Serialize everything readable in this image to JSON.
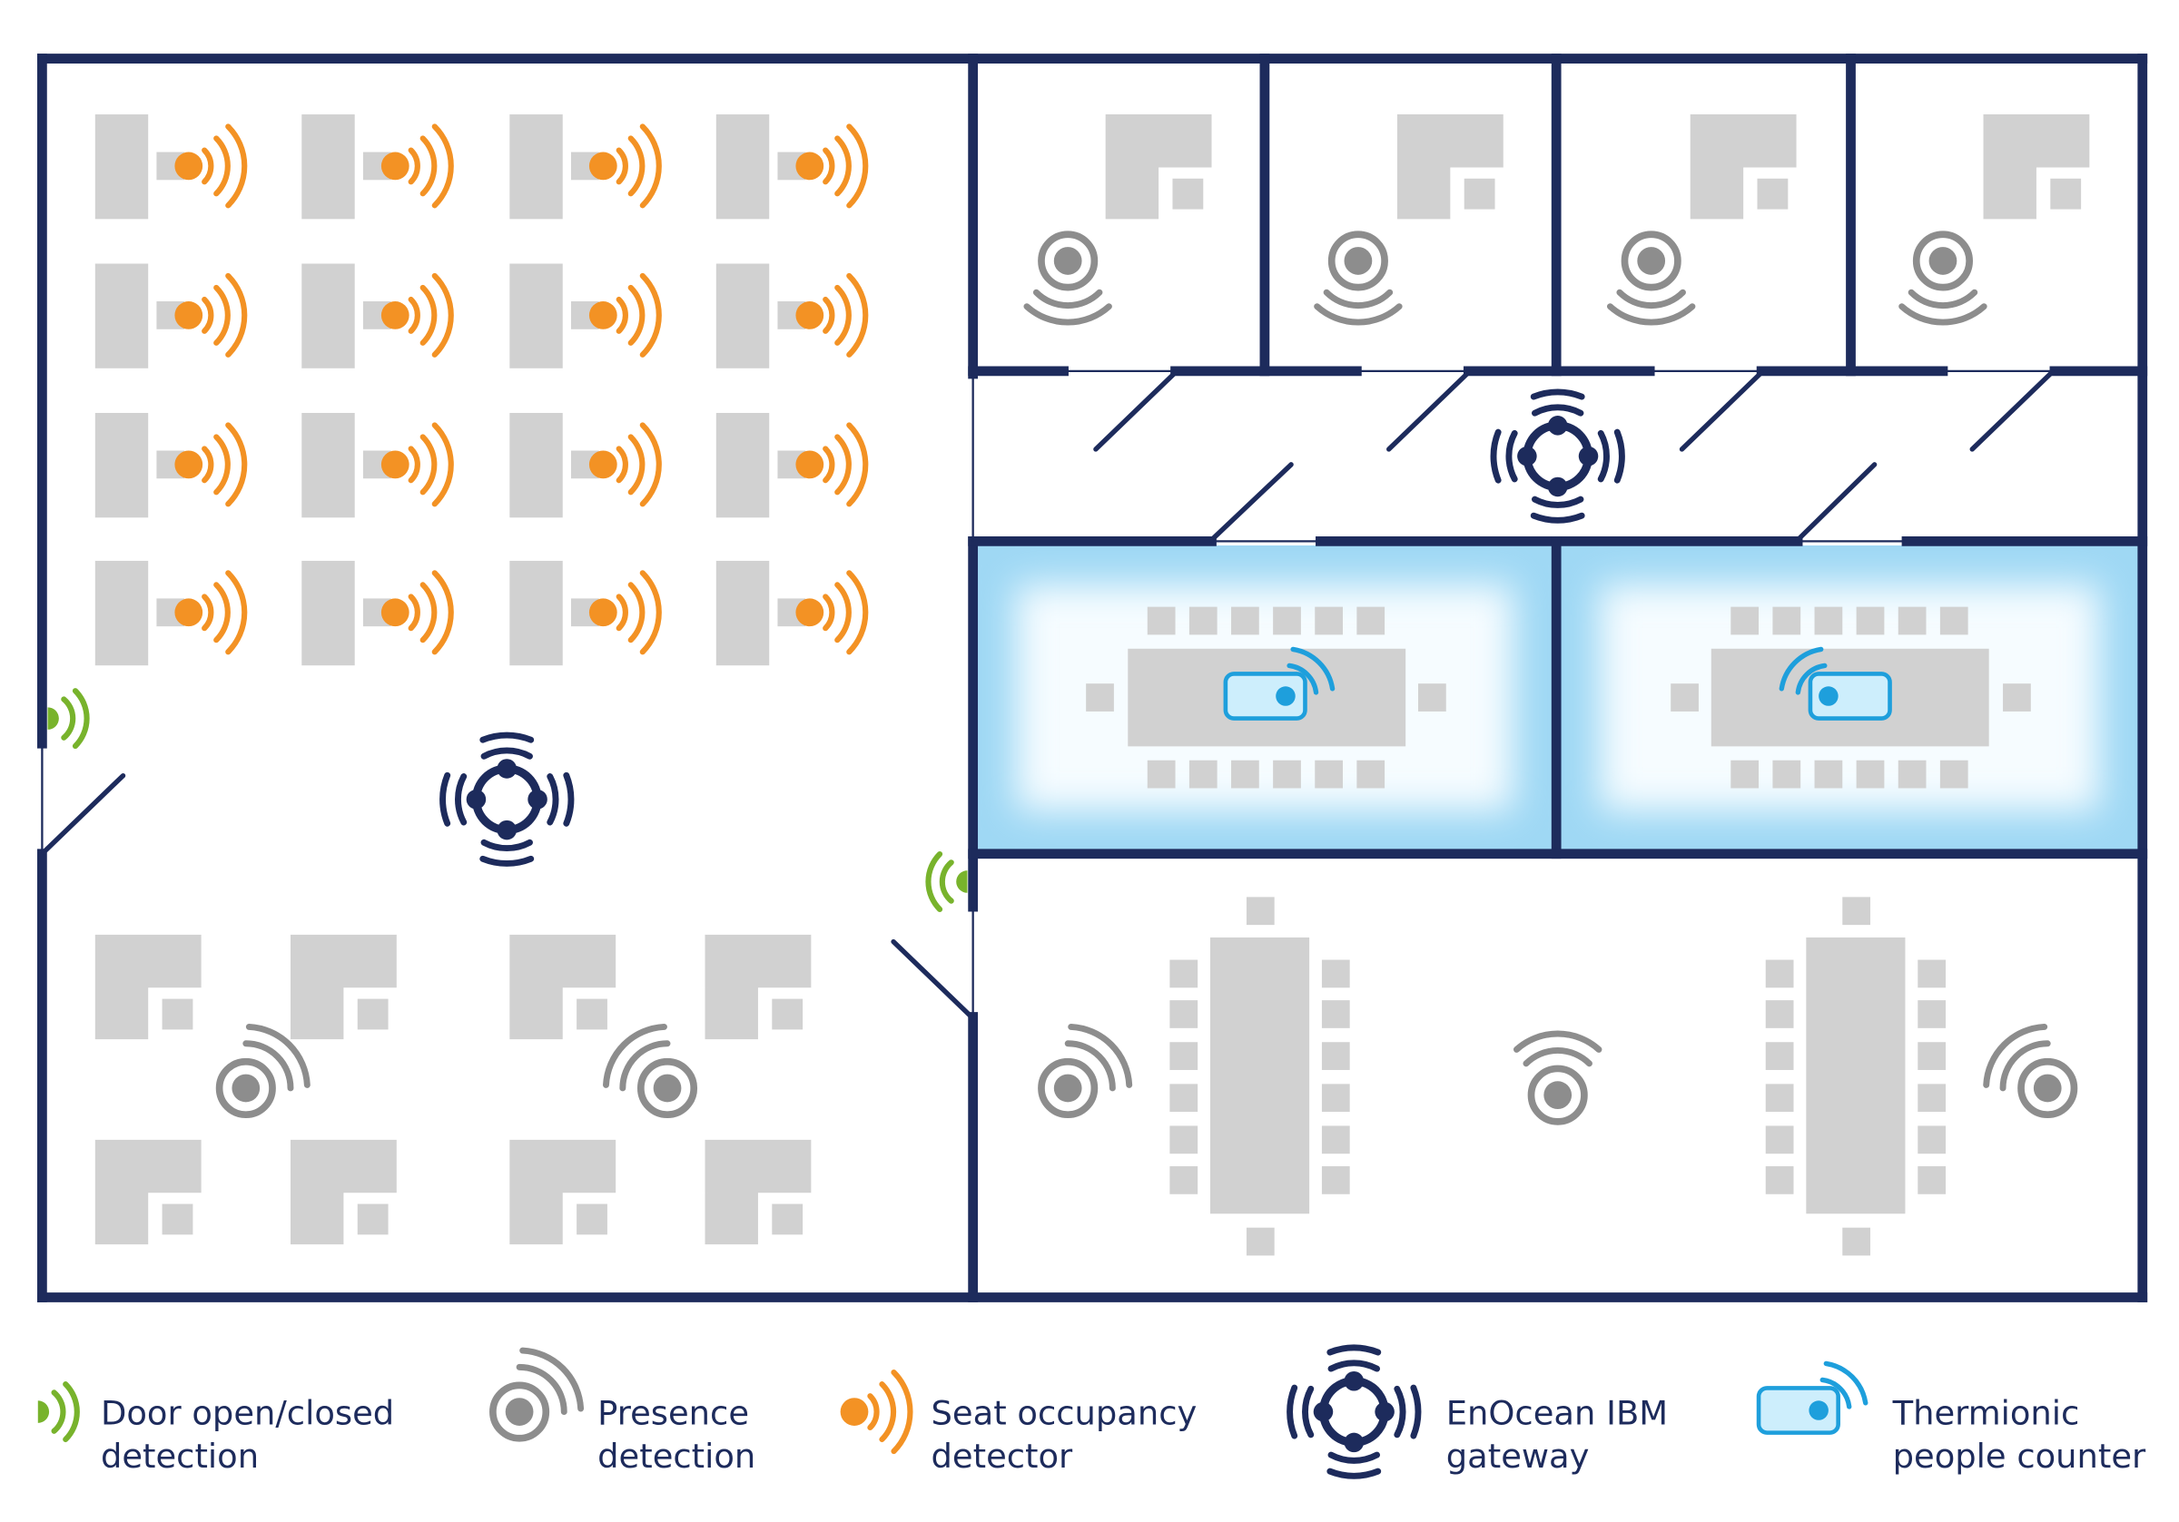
{
  "colors": {
    "wall": "#1d2b5c",
    "furniture": "#d1d1d1",
    "presence_sensor": "#8d8d8d",
    "seat_occupancy": "#f39224",
    "door_sensor": "#78b32c",
    "people_counter": "#1e9fdc",
    "people_counter_fill": "#cdeefc",
    "meeting_room_glow": "#9fd8f4",
    "meeting_room_floor": "#f6fcff",
    "legend_text": "#1d2b5c"
  },
  "legend": [
    {
      "icon": "door-sensor-icon",
      "lines": [
        "Door open/closed",
        "detection"
      ]
    },
    {
      "icon": "presence-sensor-icon",
      "lines": [
        "Presence",
        "detection"
      ]
    },
    {
      "icon": "seat-occupancy-sensor-icon",
      "lines": [
        "Seat occupancy",
        "detector"
      ]
    },
    {
      "icon": "gateway-icon",
      "lines": [
        "EnOcean IBM",
        "gateway"
      ]
    },
    {
      "icon": "people-counter-icon",
      "lines": [
        "Thermionic",
        "people counter"
      ]
    }
  ]
}
